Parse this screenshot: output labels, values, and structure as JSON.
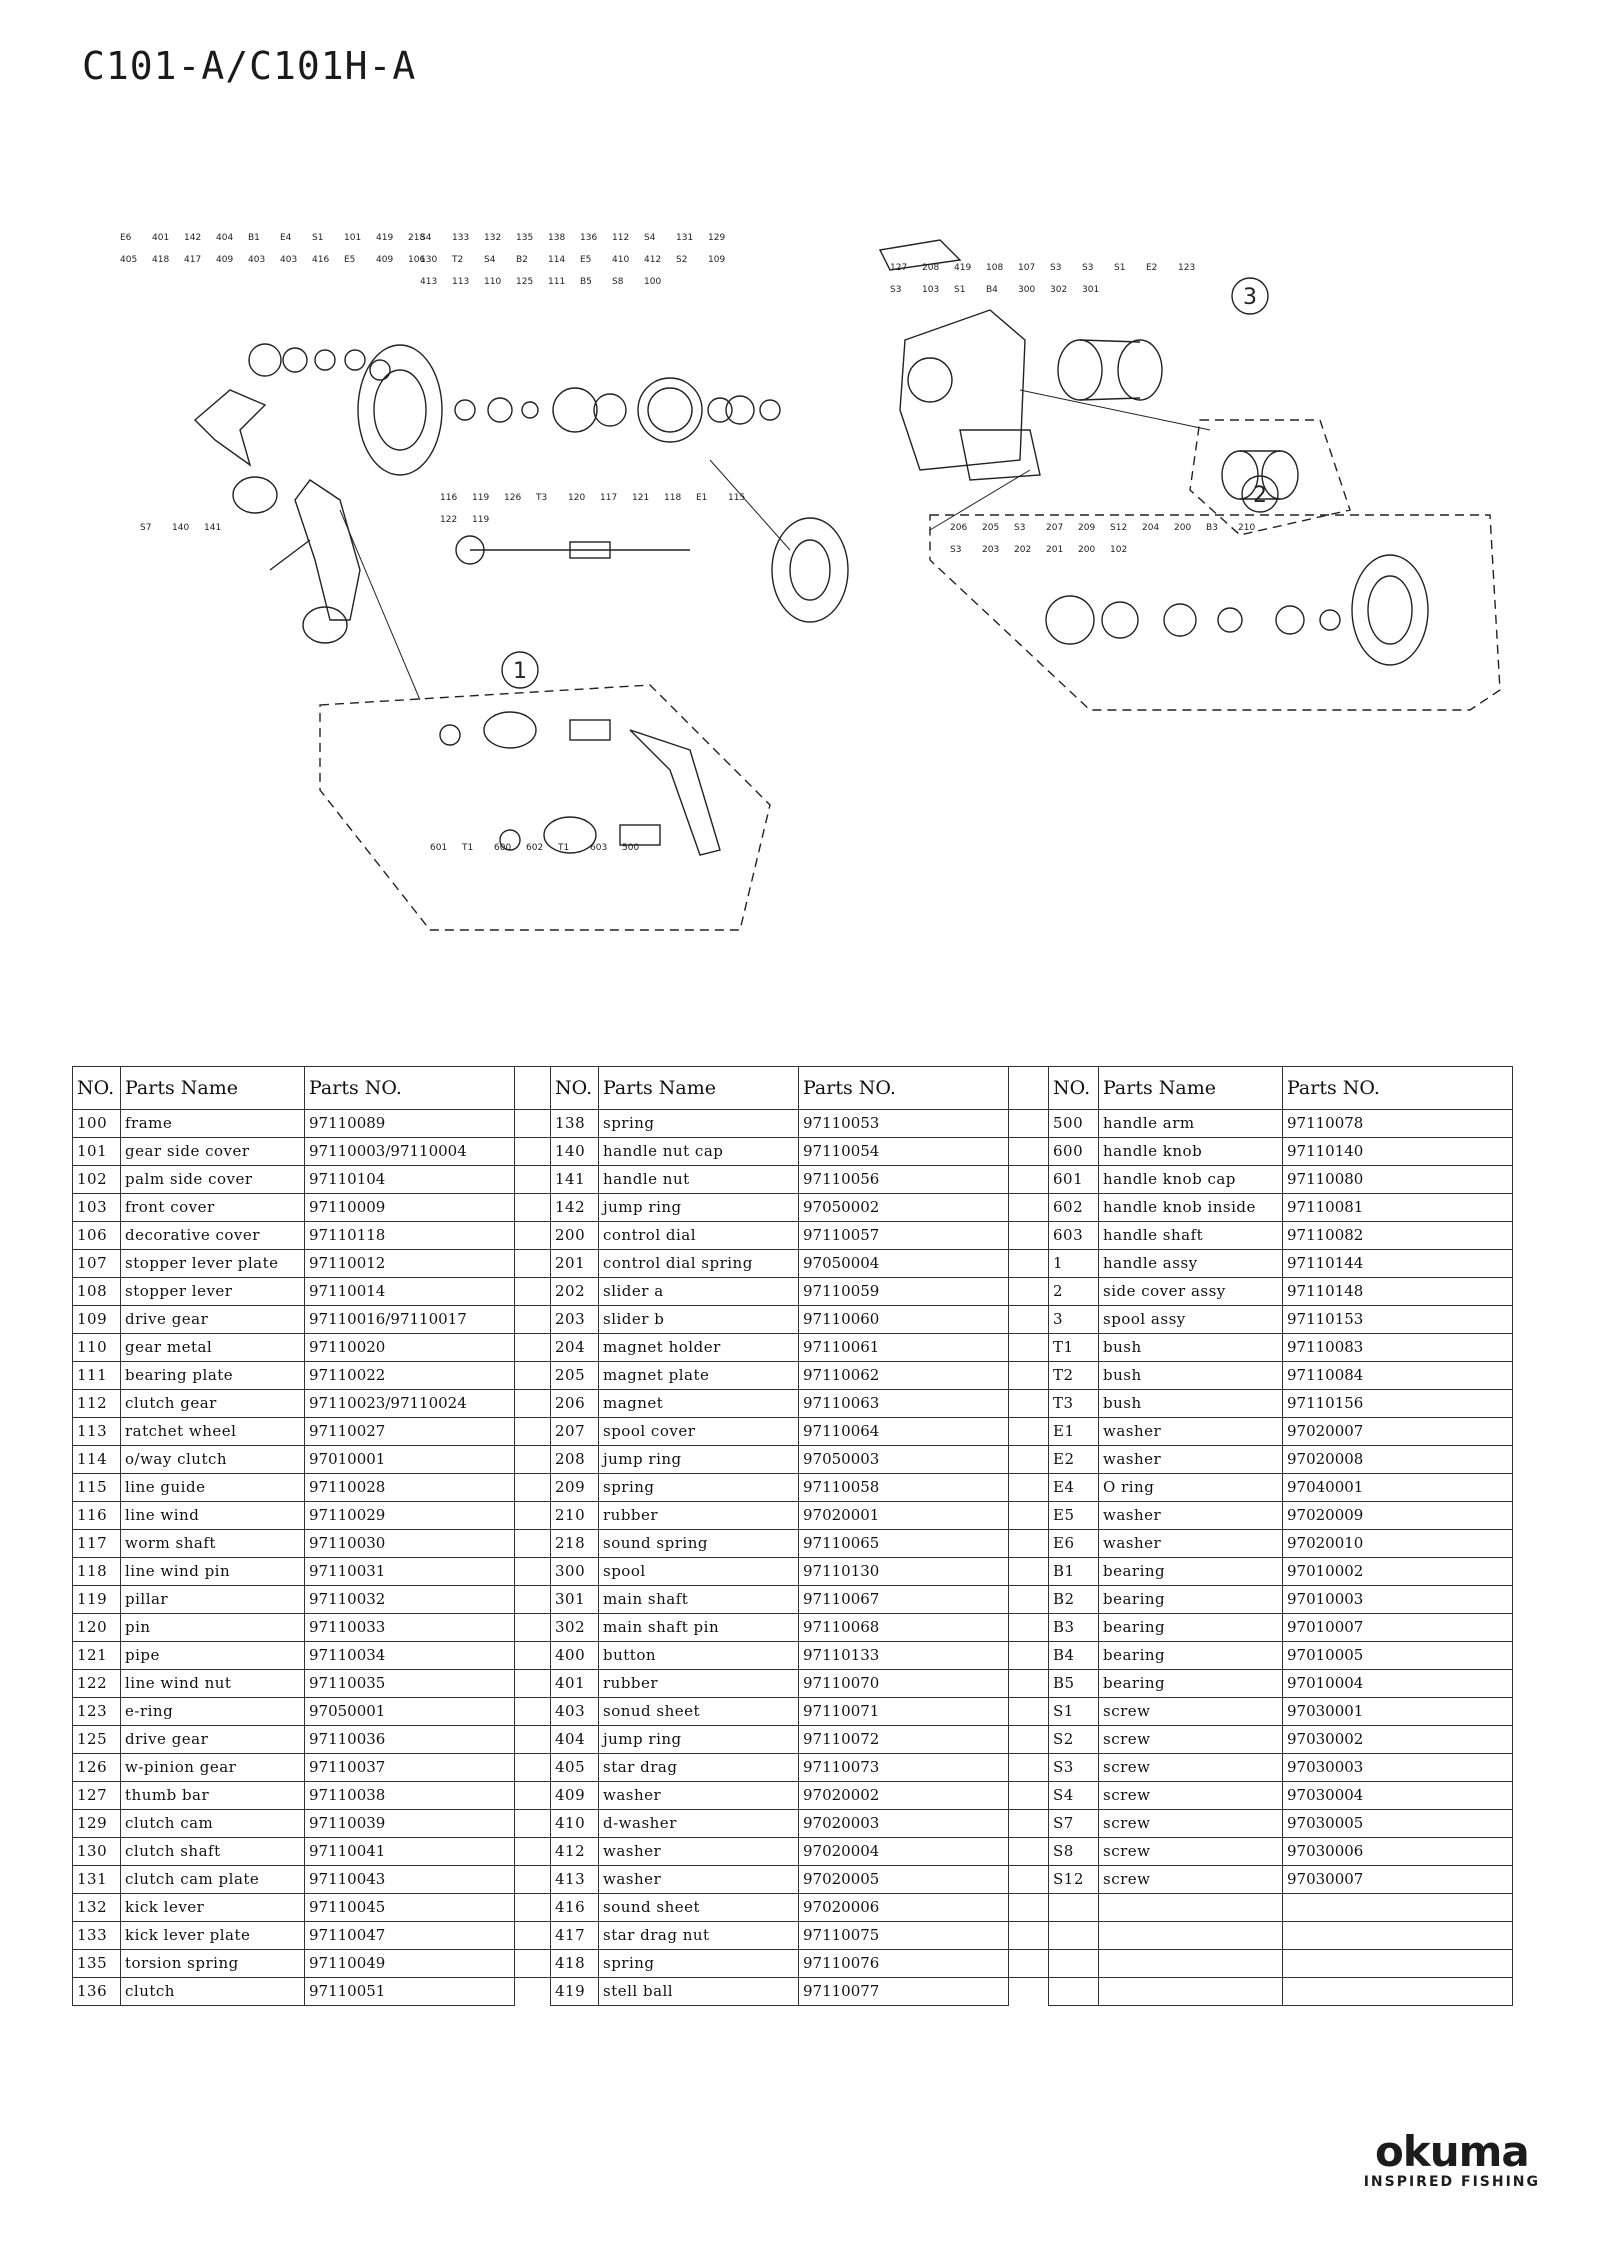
{
  "document": {
    "title": "C101-A/C101H-A"
  },
  "diagram": {
    "group_labels": [
      "1",
      "2",
      "3"
    ],
    "callouts_top_left": [
      "E6",
      "401",
      "142",
      "404",
      "B1",
      "E4",
      "S1",
      "101",
      "419",
      "218",
      "405",
      "418",
      "417",
      "409",
      "403",
      "403",
      "416",
      "E5",
      "409",
      "106"
    ],
    "callouts_top_mid": [
      "S4",
      "133",
      "132",
      "135",
      "138",
      "136",
      "112",
      "S4",
      "131",
      "129",
      "130",
      "T2",
      "S4",
      "B2",
      "114",
      "E5",
      "410",
      "412",
      "S2",
      "109",
      "413",
      "113",
      "110",
      "125",
      "111",
      "B5",
      "S8",
      "100"
    ],
    "callouts_top_right": [
      "127",
      "208",
      "419",
      "108",
      "107",
      "S3",
      "S3",
      "S1",
      "E2",
      "123",
      "S3",
      "103",
      "S1",
      "B4",
      "300",
      "302",
      "301"
    ],
    "callouts_handle": [
      "S7",
      "140",
      "141"
    ],
    "callouts_worm": [
      "116",
      "119",
      "126",
      "T3",
      "120",
      "117",
      "121",
      "118",
      "E1",
      "115",
      "122",
      "119"
    ],
    "callouts_side": [
      "206",
      "205",
      "S3",
      "207",
      "209",
      "S12",
      "204",
      "200",
      "B3",
      "210",
      "S3",
      "203",
      "202",
      "201",
      "200",
      "102"
    ],
    "callouts_assy1": [
      "601",
      "T1",
      "600",
      "602",
      "T1",
      "603",
      "500"
    ]
  },
  "table": {
    "headers": [
      "NO.",
      "Parts Name",
      "Parts NO."
    ],
    "columns": [
      [
        [
          "100",
          "frame",
          "97110089"
        ],
        [
          "101",
          "gear side cover",
          "97110003/97110004"
        ],
        [
          "102",
          "palm side cover",
          "97110104"
        ],
        [
          "103",
          "front cover",
          "97110009"
        ],
        [
          "106",
          "decorative cover",
          "97110118"
        ],
        [
          "107",
          "stopper lever plate",
          "97110012"
        ],
        [
          "108",
          "stopper lever",
          "97110014"
        ],
        [
          "109",
          "drive gear",
          "97110016/97110017"
        ],
        [
          "110",
          "gear metal",
          "97110020"
        ],
        [
          "111",
          "bearing plate",
          "97110022"
        ],
        [
          "112",
          "clutch gear",
          "97110023/97110024"
        ],
        [
          "113",
          "ratchet wheel",
          "97110027"
        ],
        [
          "114",
          "o/way clutch",
          "97010001"
        ],
        [
          "115",
          "line guide",
          "97110028"
        ],
        [
          "116",
          "line wind",
          "97110029"
        ],
        [
          "117",
          "worm shaft",
          "97110030"
        ],
        [
          "118",
          "line wind pin",
          "97110031"
        ],
        [
          "119",
          "pillar",
          "97110032"
        ],
        [
          "120",
          "pin",
          "97110033"
        ],
        [
          "121",
          "pipe",
          "97110034"
        ],
        [
          "122",
          "line wind nut",
          "97110035"
        ],
        [
          "123",
          "e-ring",
          "97050001"
        ],
        [
          "125",
          "drive gear",
          "97110036"
        ],
        [
          "126",
          "w-pinion gear",
          "97110037"
        ],
        [
          "127",
          "thumb bar",
          "97110038"
        ],
        [
          "129",
          "clutch cam",
          "97110039"
        ],
        [
          "130",
          "clutch shaft",
          "97110041"
        ],
        [
          "131",
          "clutch cam plate",
          "97110043"
        ],
        [
          "132",
          "kick lever",
          "97110045"
        ],
        [
          "133",
          "kick lever plate",
          "97110047"
        ],
        [
          "135",
          "torsion spring",
          "97110049"
        ],
        [
          "136",
          "clutch",
          "97110051"
        ]
      ],
      [
        [
          "138",
          "spring",
          "97110053"
        ],
        [
          "140",
          "handle nut cap",
          "97110054"
        ],
        [
          "141",
          "handle nut",
          "97110056"
        ],
        [
          "142",
          "jump ring",
          "97050002"
        ],
        [
          "200",
          "control dial",
          "97110057"
        ],
        [
          "201",
          "control dial spring",
          "97050004"
        ],
        [
          "202",
          "slider a",
          "97110059"
        ],
        [
          "203",
          "slider b",
          "97110060"
        ],
        [
          "204",
          "magnet holder",
          "97110061"
        ],
        [
          "205",
          "magnet plate",
          "97110062"
        ],
        [
          "206",
          "magnet",
          "97110063"
        ],
        [
          "207",
          "spool cover",
          "97110064"
        ],
        [
          "208",
          "jump ring",
          "97050003"
        ],
        [
          "209",
          "spring",
          "97110058"
        ],
        [
          "210",
          "rubber",
          "97020001"
        ],
        [
          "218",
          "sound spring",
          "97110065"
        ],
        [
          "300",
          "spool",
          "97110130"
        ],
        [
          "301",
          "main shaft",
          "97110067"
        ],
        [
          "302",
          "main shaft pin",
          "97110068"
        ],
        [
          "400",
          "button",
          "97110133"
        ],
        [
          "401",
          "rubber",
          "97110070"
        ],
        [
          "403",
          "sonud sheet",
          "97110071"
        ],
        [
          "404",
          "jump ring",
          "97110072"
        ],
        [
          "405",
          "star drag",
          "97110073"
        ],
        [
          "409",
          "washer",
          "97020002"
        ],
        [
          "410",
          "d-washer",
          "97020003"
        ],
        [
          "412",
          "washer",
          "97020004"
        ],
        [
          "413",
          "washer",
          "97020005"
        ],
        [
          "416",
          "sound sheet",
          "97020006"
        ],
        [
          "417",
          "star drag nut",
          "97110075"
        ],
        [
          "418",
          "spring",
          "97110076"
        ],
        [
          "419",
          "stell ball",
          "97110077"
        ]
      ],
      [
        [
          "500",
          "handle arm",
          "97110078"
        ],
        [
          "600",
          "handle knob",
          "97110140"
        ],
        [
          "601",
          "handle knob cap",
          "97110080"
        ],
        [
          "602",
          "handle knob inside",
          "97110081"
        ],
        [
          "603",
          "handle shaft",
          "97110082"
        ],
        [
          "1",
          "handle assy",
          "97110144"
        ],
        [
          "2",
          "side cover assy",
          "97110148"
        ],
        [
          "3",
          "spool assy",
          "97110153"
        ],
        [
          "T1",
          "bush",
          "97110083"
        ],
        [
          "T2",
          "bush",
          "97110084"
        ],
        [
          "T3",
          "bush",
          "97110156"
        ],
        [
          "E1",
          "washer",
          "97020007"
        ],
        [
          "E2",
          "washer",
          "97020008"
        ],
        [
          "E4",
          "O ring",
          "97040001"
        ],
        [
          "E5",
          "washer",
          "97020009"
        ],
        [
          "E6",
          "washer",
          "97020010"
        ],
        [
          "B1",
          "bearing",
          "97010002"
        ],
        [
          "B2",
          "bearing",
          "97010003"
        ],
        [
          "B3",
          "bearing",
          "97010007"
        ],
        [
          "B4",
          "bearing",
          "97010005"
        ],
        [
          "B5",
          "bearing",
          "97010004"
        ],
        [
          "S1",
          "screw",
          "97030001"
        ],
        [
          "S2",
          "screw",
          "97030002"
        ],
        [
          "S3",
          "screw",
          "97030003"
        ],
        [
          "S4",
          "screw",
          "97030004"
        ],
        [
          "S7",
          "screw",
          "97030005"
        ],
        [
          "S8",
          "screw",
          "97030006"
        ],
        [
          "S12",
          "screw",
          "97030007"
        ],
        [
          "",
          "",
          ""
        ],
        [
          "",
          "",
          ""
        ],
        [
          "",
          "",
          ""
        ],
        [
          "",
          "",
          ""
        ]
      ]
    ]
  },
  "brand": {
    "logo": "okuma",
    "tagline": "INSPIRED FISHING"
  }
}
